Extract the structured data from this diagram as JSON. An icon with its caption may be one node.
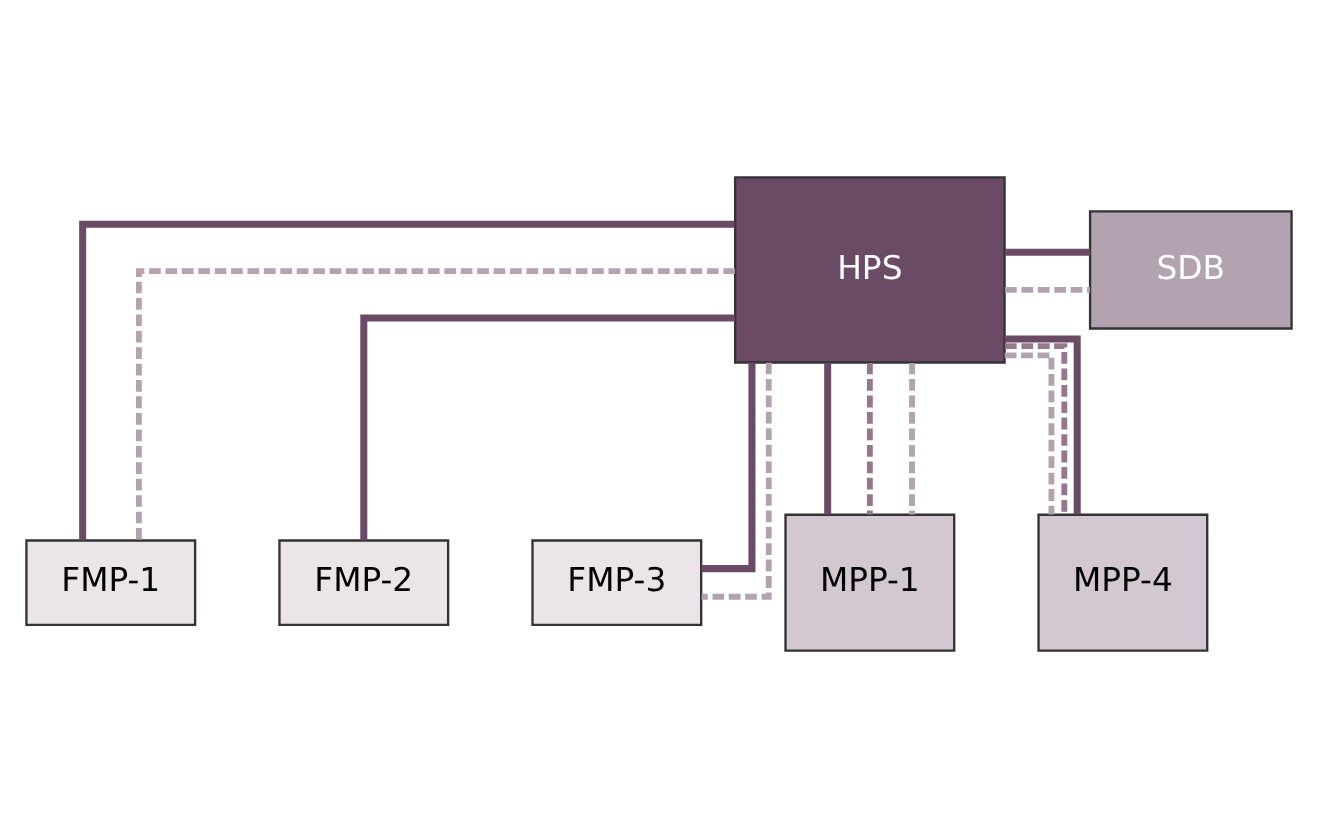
{
  "diagram": {
    "nodes": [
      {
        "text": [
          "SDB"
        ]
      },
      {
        "text": [
          "HPS"
        ]
      },
      {
        "text": [
          "FMP-1"
        ]
      },
      {
        "text": [
          "FMP-2"
        ]
      },
      {
        "text": [
          "FMP-3"
        ]
      },
      {
        "text": [
          "MPP-1"
        ]
      },
      {
        "text": [
          "MPP-4"
        ]
      }
    ],
    "edges": [
      {
        "from": 1,
        "to": 0,
        "arrow": "none"
      },
      {
        "from": 1,
        "to": 0,
        "arrow": "none",
        "style": "dashed",
        "color": "#b3a3b0"
      },
      {
        "from": 1,
        "to": 2,
        "arrow": "none"
      },
      {
        "from": 1,
        "to": 3,
        "arrow": "none"
      },
      {
        "from": 1,
        "to": 4,
        "arrow": "none"
      },
      {
        "from": 1,
        "to": 2,
        "arrow": "none",
        "style": "dashed",
        "color": "#b3a3b0"
      },
      {
        "from": 1,
        "to": 4,
        "arrow": "none",
        "style": "dashed",
        "color": "#b3a3b0"
      },
      {
        "from": 1,
        "to": 5,
        "arrow": "none"
      },
      {
        "from": 1,
        "to": 5,
        "arrow": "none",
        "style": "dashed",
        "color": "#95788f"
      },
      {
        "from": 1,
        "to": 5,
        "arrow": "none",
        "style": "dashed",
        "color": "#b3a3b0"
      },
      {
        "from": 1,
        "to": 6,
        "arrow": "none"
      },
      {
        "from": 1,
        "to": 6,
        "arrow": "none",
        "style": "dashed",
        "color": "#95788f"
      },
      {
        "from": 1,
        "to": 6,
        "arrow": "none",
        "style": "dashed",
        "color": "#b3a3b0"
      }
    ]
  }
}
